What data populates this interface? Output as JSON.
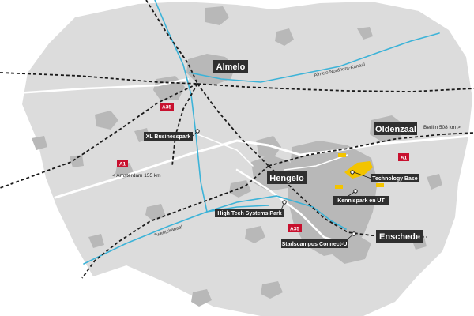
{
  "colors": {
    "region": "#dcdcdc",
    "urban": "#b8b8b8",
    "road": "#ffffff",
    "water": "#3cb3d8",
    "rail": "#1a1a1a",
    "label_bg": "#2f2f2f",
    "highway_badge": "#c8102e",
    "technology_base": "#f3c400"
  },
  "cities": {
    "almelo": "Almelo",
    "oldenzaal": "Oldenzaal",
    "hengelo": "Hengelo",
    "enschede": "Enschede"
  },
  "pois": {
    "xl_businesspark": "XL Businesspark",
    "technology_base": "Technology Base",
    "kennispark": "Kennispark en UT",
    "high_tech": "High Tech Systems Park",
    "stadscampus": "Stadscampus Connect-U"
  },
  "roads": {
    "a35_west": "A35",
    "a1_west": "A1",
    "a1_east": "A1",
    "a35_south": "A35"
  },
  "distances": {
    "amsterdam": "< Amsterdam 155 km",
    "berlijn": "Berlijn 508 km >"
  },
  "waterways": {
    "almelo_nordhorn": "Almelo Nordhorn-Kanaal",
    "twentekanaal": "Twentekanaal"
  }
}
